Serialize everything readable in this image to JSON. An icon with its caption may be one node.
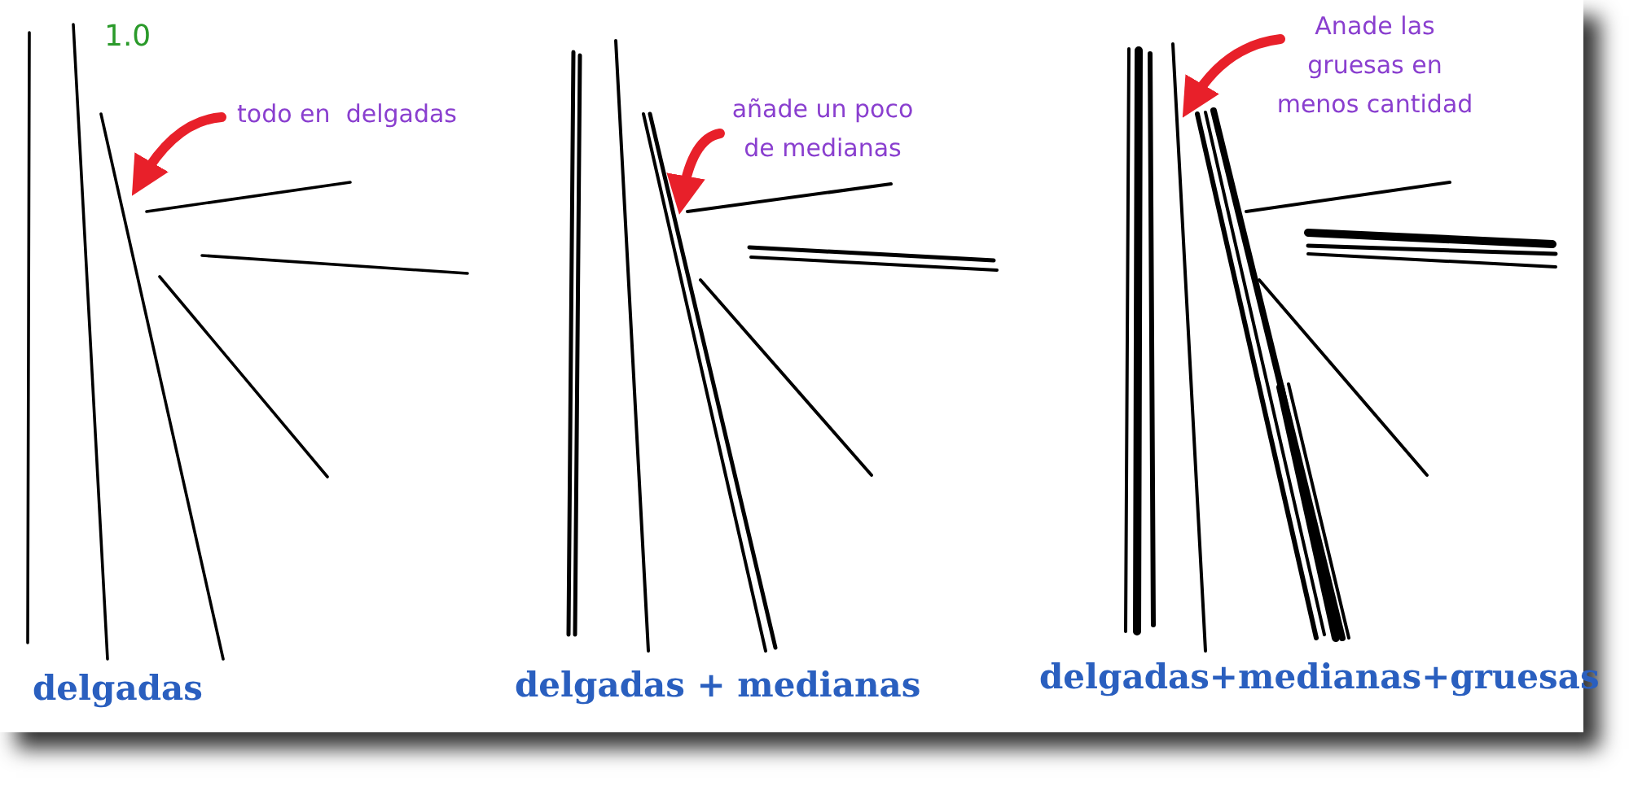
{
  "diagram": {
    "nodes": [
      {
        "text": [
          "todo en  delgadas"
        ]
      },
      {
        "text": [
          "añade un poco de medianas"
        ]
      },
      {
        "text": [
          "Anade las gruesas en menos cantidad"
        ]
      }
    ],
    "edges": [
      {
        "from": 0,
        "to": null,
        "arrow": "to"
      },
      {
        "from": 1,
        "to": null,
        "arrow": "to"
      },
      {
        "from": 2,
        "to": null,
        "arrow": "to"
      }
    ],
    "labels": [
      "1.0",
      "delgadas",
      "delgadas + medianas",
      "delgadas+medianas+gruesas"
    ]
  }
}
